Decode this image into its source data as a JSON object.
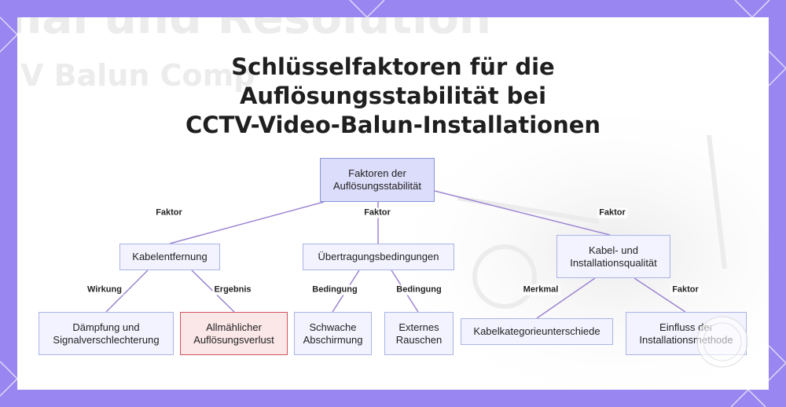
{
  "title": {
    "line1": "Schlüsselfaktoren für die",
    "line2": "Auflösungsstabilität bei",
    "line3": "CCTV-Video-Balun-Installationen"
  },
  "background_text": {
    "line1": "nal und Resolution",
    "line2": "V Balun Comp"
  },
  "colors": {
    "frame": "#9a86f0",
    "node_fill": "#f3f3ff",
    "node_border": "#a9b4e6",
    "root_fill": "#dcdcfb",
    "highlight_fill": "#fbe6e8",
    "highlight_border": "#d0555f",
    "edge": "#9d84d2"
  },
  "nodes": {
    "root": {
      "label": "Faktoren der\nAuflösungsstabilität"
    },
    "kabelentfernung": {
      "label": "Kabelentfernung"
    },
    "uebertragung": {
      "label": "Übertragungsbedingungen"
    },
    "kabelqualitaet": {
      "label": "Kabel- und\nInstallationsqualität"
    },
    "daempfung": {
      "label": "Dämpfung und\nSignalverschlechterung"
    },
    "aufloesungsverlust": {
      "label": "Allmählicher\nAuflösungsverlust"
    },
    "abschirmung": {
      "label": "Schwache\nAbschirmung"
    },
    "rauschen": {
      "label": "Externes\nRauschen"
    },
    "kabelkategorie": {
      "label": "Kabelkategorieunterschiede"
    },
    "installationsmethode": {
      "label": "Einfluss der\nInstallationsmethode"
    }
  },
  "edges": {
    "root_kabelentfernung": "Faktor",
    "root_uebertragung": "Faktor",
    "root_kabelqualitaet": "Faktor",
    "kabelentfernung_daempfung": "Wirkung",
    "kabelentfernung_verlust": "Ergebnis",
    "uebertragung_abschirmung": "Bedingung",
    "uebertragung_rauschen": "Bedingung",
    "qualitaet_kategorie": "Merkmal",
    "qualitaet_methode": "Faktor"
  }
}
